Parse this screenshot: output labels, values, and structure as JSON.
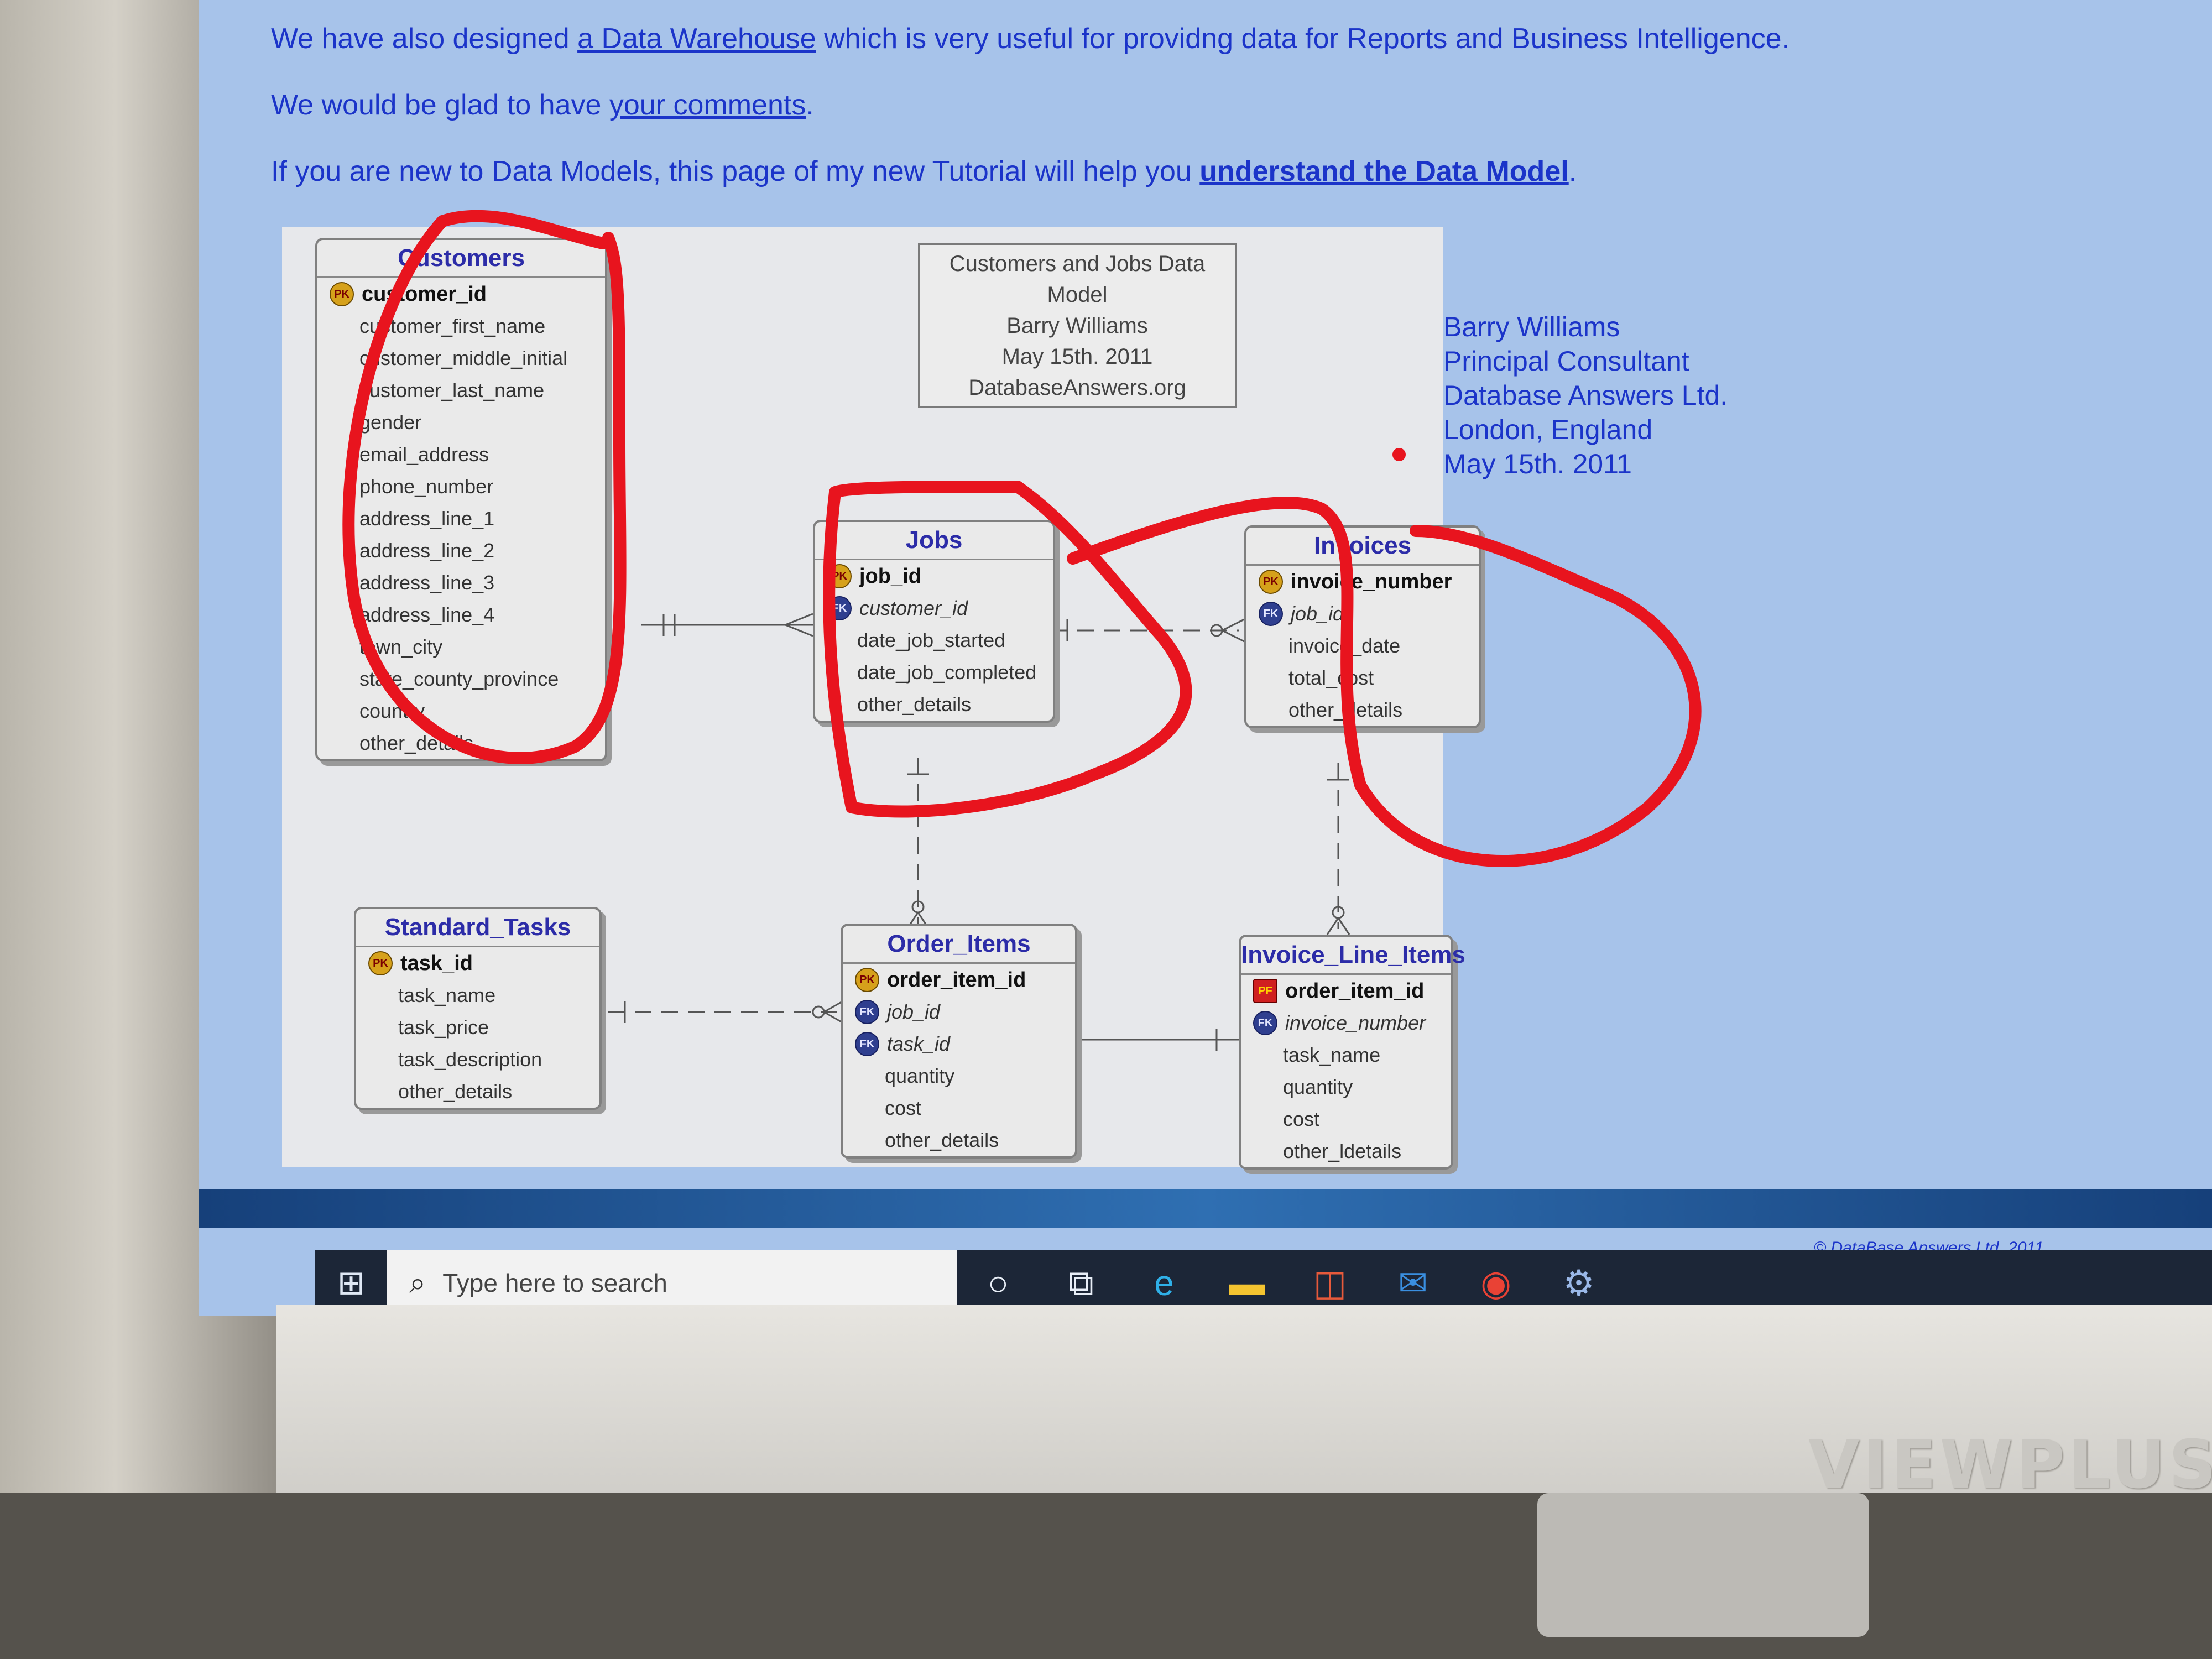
{
  "page": {
    "line1": {
      "before": "We have also designed ",
      "link": "a Data Warehouse",
      "after": " which is very useful for providng data for Reports and Business Intelligence."
    },
    "line2": {
      "before": "We would be glad to have ",
      "link": "your comments",
      "after": "."
    },
    "line3": {
      "before": "If you are new to Data Models, this page of my new Tutorial will help you ",
      "link": "understand the Data Model",
      "after": "."
    }
  },
  "model_title": [
    "Customers and Jobs Data Model",
    "Barry Williams",
    "May 15th. 2011",
    "DatabaseAnswers.org"
  ],
  "entities": {
    "customers": {
      "name": "Customers",
      "fields": [
        {
          "key": "PK",
          "name": "customer_id"
        },
        {
          "key": "",
          "name": "customer_first_name"
        },
        {
          "key": "",
          "name": "customer_middle_initial"
        },
        {
          "key": "",
          "name": "customer_last_name"
        },
        {
          "key": "",
          "name": "gender"
        },
        {
          "key": "",
          "name": "email_address"
        },
        {
          "key": "",
          "name": "phone_number"
        },
        {
          "key": "",
          "name": "address_line_1"
        },
        {
          "key": "",
          "name": "address_line_2"
        },
        {
          "key": "",
          "name": "address_line_3"
        },
        {
          "key": "",
          "name": "address_line_4"
        },
        {
          "key": "",
          "name": "town_city"
        },
        {
          "key": "",
          "name": "state_county_province"
        },
        {
          "key": "",
          "name": "country"
        },
        {
          "key": "",
          "name": "other_details"
        }
      ]
    },
    "jobs": {
      "name": "Jobs",
      "fields": [
        {
          "key": "PK",
          "name": "job_id"
        },
        {
          "key": "FK",
          "name": "customer_id"
        },
        {
          "key": "",
          "name": "date_job_started"
        },
        {
          "key": "",
          "name": "date_job_completed"
        },
        {
          "key": "",
          "name": "other_details"
        }
      ]
    },
    "invoices": {
      "name": "Invoices",
      "fields": [
        {
          "key": "PK",
          "name": "invoice_number"
        },
        {
          "key": "FK",
          "name": "job_id"
        },
        {
          "key": "",
          "name": "invoice_date"
        },
        {
          "key": "",
          "name": "total_cost"
        },
        {
          "key": "",
          "name": "other_details"
        }
      ]
    },
    "standard_tasks": {
      "name": "Standard_Tasks",
      "fields": [
        {
          "key": "PK",
          "name": "task_id"
        },
        {
          "key": "",
          "name": "task_name"
        },
        {
          "key": "",
          "name": "task_price"
        },
        {
          "key": "",
          "name": "task_description"
        },
        {
          "key": "",
          "name": "other_details"
        }
      ]
    },
    "order_items": {
      "name": "Order_Items",
      "fields": [
        {
          "key": "PK",
          "name": "order_item_id"
        },
        {
          "key": "FK",
          "name": "job_id"
        },
        {
          "key": "FK",
          "name": "task_id"
        },
        {
          "key": "",
          "name": "quantity"
        },
        {
          "key": "",
          "name": "cost"
        },
        {
          "key": "",
          "name": "other_details"
        }
      ]
    },
    "invoice_line_items": {
      "name": "Invoice_Line_Items",
      "fields": [
        {
          "key": "PF",
          "name": "order_item_id"
        },
        {
          "key": "FK",
          "name": "invoice_number"
        },
        {
          "key": "",
          "name": "task_name"
        },
        {
          "key": "",
          "name": "quantity"
        },
        {
          "key": "",
          "name": "cost"
        },
        {
          "key": "",
          "name": "other_ldetails"
        }
      ]
    }
  },
  "contact": [
    "Barry Williams",
    "Principal Consultant",
    "Database Answers Ltd.",
    "London, England",
    "May 15th. 2011"
  ],
  "copyright": "© DataBase Answers Ltd. 2011",
  "taskbar": {
    "search_placeholder": "Type here to search",
    "icons": [
      "windows-start-icon",
      "cortana-icon",
      "task-view-icon",
      "edge-icon",
      "file-explorer-icon",
      "store-icon",
      "mail-icon",
      "chrome-icon",
      "app-icon"
    ]
  },
  "monitor_brand": "VIEWPLUS",
  "colors": {
    "link": "#1b34c9",
    "annotation": "#e8141e",
    "entity_title": "#2c2ca8"
  }
}
